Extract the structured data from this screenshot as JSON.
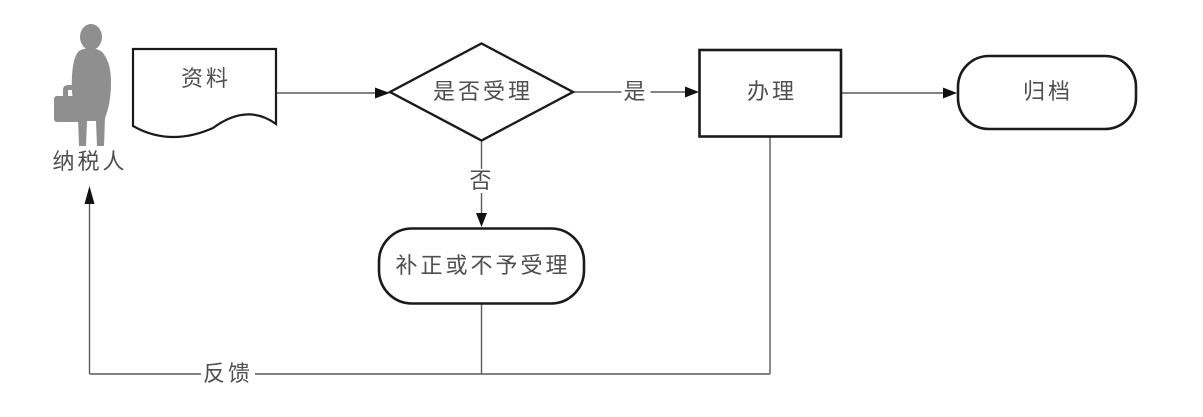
{
  "diagram": {
    "actor": {
      "label": "纳税人"
    },
    "nodes": {
      "document": {
        "label": "资料",
        "type": "document"
      },
      "decision": {
        "label": "是否受理",
        "type": "decision"
      },
      "process": {
        "label": "办理",
        "type": "process"
      },
      "archive": {
        "label": "归档",
        "type": "terminator"
      },
      "correct": {
        "label": "补正或不予受理",
        "type": "terminator"
      }
    },
    "edges": {
      "yes": {
        "label": "是"
      },
      "no": {
        "label": "否"
      },
      "feedback": {
        "label": "反馈"
      }
    },
    "colors": {
      "background": "#ffffff",
      "shape_border": "#1a1a1a",
      "connector": "#5a5a5a",
      "arrowhead": "#111111",
      "text": "#4f4f4f",
      "actor_fill": "#8f8f8f"
    }
  }
}
